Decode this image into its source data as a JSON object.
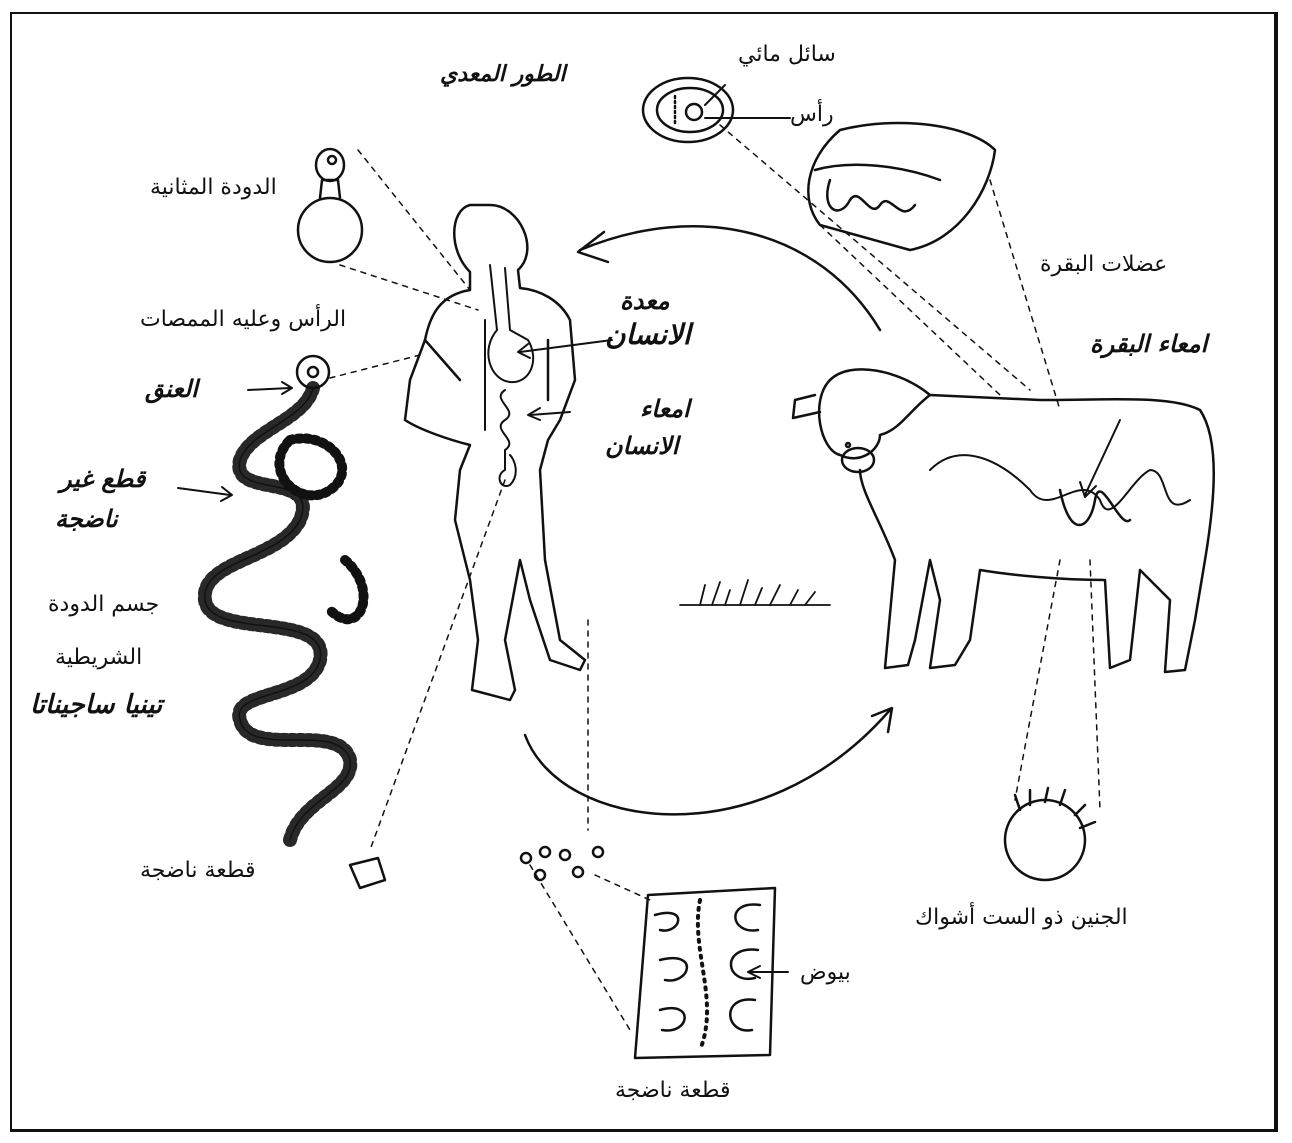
{
  "labels": {
    "aqueous_fluid": "سائل مائي",
    "cysticercus": "الطور المعدي",
    "head": "رأس",
    "cow_muscles": "عضلات البقرة",
    "cow_intestine": "امعاء البقرة",
    "secondary_worm": "الدودة المثانية",
    "head_with_suckers": "الرأس وعليه الممصات",
    "neck": "العنق",
    "immature_segments_line1": "قطع غير",
    "immature_segments_line2": "ناضجة",
    "tapeworm_body_line1": "جسم الدودة",
    "tapeworm_body_line2": "الشريطية",
    "tapeworm_name": "تينيا ساجيناتا",
    "human_stomach_line1": "معدة",
    "human_stomach_line2": "الانسان",
    "human_intestine_line1": "امعاء",
    "human_intestine_line2": "الانسان",
    "mature_segment_left": "قطعة ناضجة",
    "mature_segment_bottom": "قطعة ناضجة",
    "eggs": "بيوض",
    "hexacanth_embryo": "الجنين ذو الست أشواك"
  },
  "colors": {
    "ink": "#111111",
    "paper": "#ffffff"
  }
}
